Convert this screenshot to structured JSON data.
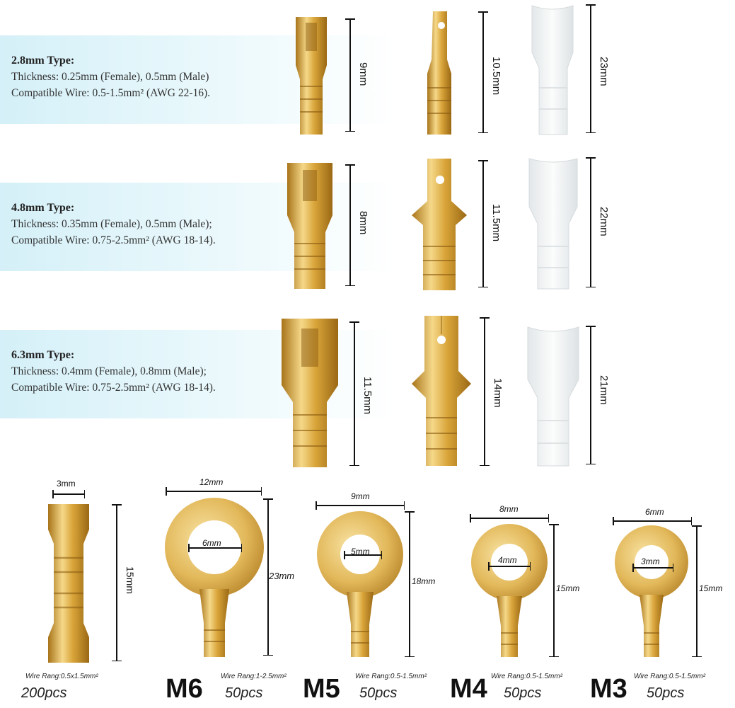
{
  "spec_rows": [
    {
      "title": "2.8mm Type:",
      "thickness": "Thickness: 0.25mm (Female), 0.5mm (Male)",
      "wire": "Compatible Wire: 0.5-1.5mm² (AWG 22-16).",
      "female_dim": "9mm",
      "male_dim": "10.5mm",
      "sleeve_dim": "23mm"
    },
    {
      "title": "4.8mm Type:",
      "thickness": "Thickness: 0.35mm (Female), 0.5mm (Male);",
      "wire": "Compatible Wire: 0.75-2.5mm² (AWG 18-14).",
      "female_dim": "8mm",
      "male_dim": "11.5mm",
      "sleeve_dim": "22mm"
    },
    {
      "title": "6.3mm Type:",
      "thickness": "Thickness: 0.4mm (Female), 0.8mm (Male);",
      "wire": "Compatible Wire: 0.75-2.5mm² (AWG 18-14).",
      "female_dim": "11.5mm",
      "male_dim": "14mm",
      "sleeve_dim": "21mm"
    }
  ],
  "butt": {
    "width": "3mm",
    "length": "15mm",
    "wire": "Wire Rang:0.5x1.5mm²",
    "pcs": "200pcs"
  },
  "rings": [
    {
      "model": "M6",
      "outer": "12mm",
      "inner": "6mm",
      "length": "23mm",
      "wire": "Wire Rang:1-2.5mm²",
      "pcs": "50pcs"
    },
    {
      "model": "M5",
      "outer": "9mm",
      "inner": "5mm",
      "length": "18mm",
      "wire": "Wire Rang:0.5-1.5mm²",
      "pcs": "50pcs"
    },
    {
      "model": "M4",
      "outer": "8mm",
      "inner": "4mm",
      "length": "15mm",
      "wire": "Wire Rang:0.5-1.5mm²",
      "pcs": "50pcs"
    },
    {
      "model": "M3",
      "outer": "6mm",
      "inner": "3mm",
      "length": "15mm",
      "wire": "Wire Rang:0.5-1.5mm²",
      "pcs": "50pcs"
    }
  ],
  "colors": {
    "brass": "#d9a53a",
    "brass_dark": "#a8741a",
    "brass_light": "#f5d889",
    "band": "#d5f0f8",
    "sleeve": "#eef1f2"
  }
}
